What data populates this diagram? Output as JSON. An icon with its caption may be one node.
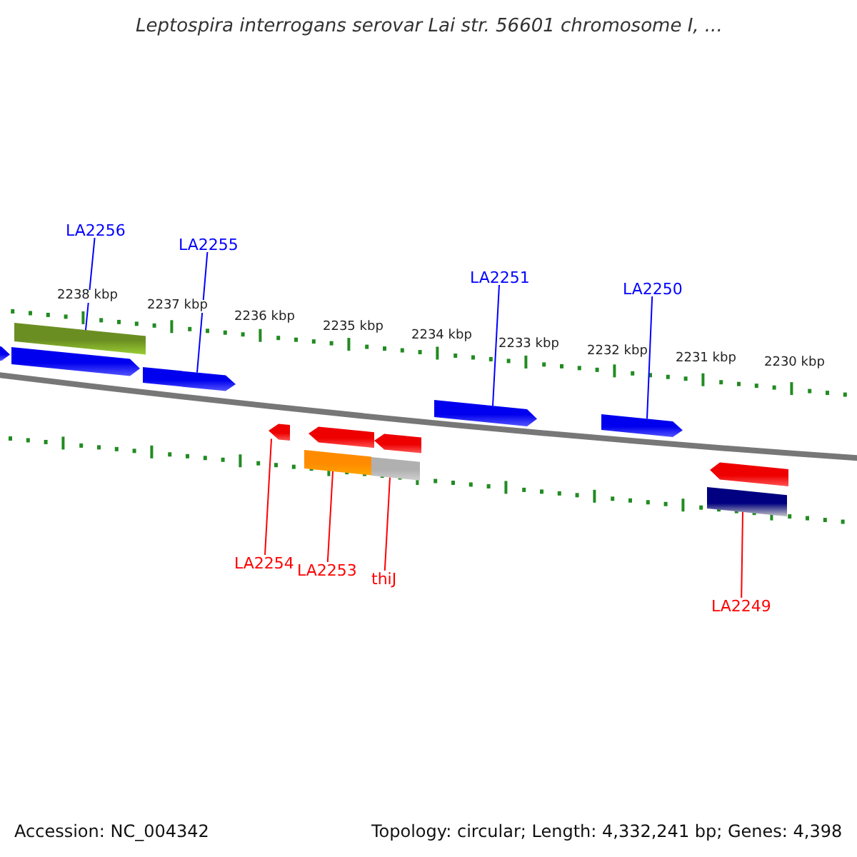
{
  "diagram": {
    "title": "Leptospira interrogans serovar Lai str. 56601 chromosome I, ...",
    "nodes": [
      {
        "text": [
          "LA2256"
        ]
      },
      {
        "text": [
          "LA2255"
        ]
      },
      {
        "text": [
          "LA2251"
        ]
      },
      {
        "text": [
          "LA2250"
        ]
      },
      {
        "text": [
          "LA2254"
        ]
      },
      {
        "text": [
          "LA2253"
        ]
      },
      {
        "text": [
          "thiJ"
        ]
      },
      {
        "text": [
          "LA2249"
        ]
      },
      {
        "text": [],
        "shape": "arrow"
      },
      {
        "text": [],
        "shape": "bar"
      },
      {
        "text": [],
        "shape": "arrow"
      },
      {
        "text": [],
        "shape": "arrow"
      },
      {
        "text": [],
        "shape": "arrow"
      },
      {
        "text": [],
        "shape": "arrow"
      },
      {
        "text": [],
        "shape": "arrow"
      },
      {
        "text": [],
        "shape": "bar"
      },
      {
        "text": [],
        "shape": "bar"
      },
      {
        "text": [],
        "shape": "arrow"
      },
      {
        "text": [],
        "shape": "arrow"
      },
      {
        "text": [],
        "shape": "arrow"
      },
      {
        "text": [],
        "shape": "bar"
      }
    ],
    "edges": [
      {
        "from": 0,
        "to": 9,
        "arrow": "none",
        "color": "#0000ff"
      },
      {
        "from": 1,
        "to": 11,
        "arrow": "none",
        "color": "#0000ff"
      },
      {
        "from": 2,
        "to": 17,
        "arrow": "none",
        "color": "#0000ff"
      },
      {
        "from": 3,
        "to": 18,
        "arrow": "none",
        "color": "#0000ff"
      },
      {
        "from": 4,
        "to": 12,
        "arrow": "none",
        "color": "#ff0000"
      },
      {
        "from": 5,
        "to": 15,
        "arrow": "none",
        "color": "#ff0000"
      },
      {
        "from": 6,
        "to": 16,
        "arrow": "none",
        "color": "#ff0000"
      },
      {
        "from": 7,
        "to": 20,
        "arrow": "none",
        "color": "#ff0000"
      }
    ],
    "labels": [
      "2238 kbp",
      "2237 kbp",
      "2236 kbp",
      "2235 kbp",
      "2234 kbp",
      "2233 kbp",
      "2232 kbp",
      "2231 kbp",
      "2230 kbp",
      "Accession: NC_004342",
      "Topology: circular; Length: 4,332,241 bp; Genes: 4,398"
    ]
  }
}
